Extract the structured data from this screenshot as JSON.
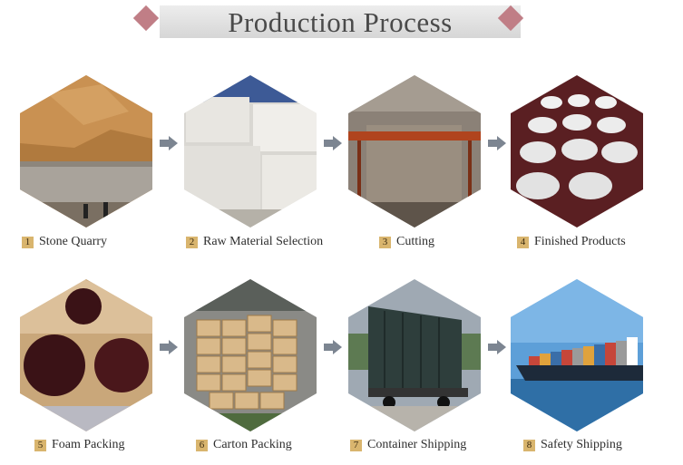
{
  "header": {
    "title": "Production Process"
  },
  "colors": {
    "accent_diamond": "#c07e86",
    "number_box": "#d9b56e",
    "arrow": "#7c8591"
  },
  "steps": [
    {
      "number": "1",
      "label": "Stone Quarry",
      "icon": "stone-quarry-photo"
    },
    {
      "number": "2",
      "label": "Raw Material Selection",
      "icon": "marble-blocks-photo"
    },
    {
      "number": "3",
      "label": "Cutting",
      "icon": "stone-cutting-photo"
    },
    {
      "number": "4",
      "label": "Finished Products",
      "icon": "marble-basins-photo"
    },
    {
      "number": "5",
      "label": "Foam Packing",
      "icon": "foam-packing-photo"
    },
    {
      "number": "6",
      "label": "Carton Packing",
      "icon": "carton-boxes-photo"
    },
    {
      "number": "7",
      "label": "Container Shipping",
      "icon": "container-truck-photo"
    },
    {
      "number": "8",
      "label": "Safety Shipping",
      "icon": "cargo-ship-photo"
    }
  ]
}
